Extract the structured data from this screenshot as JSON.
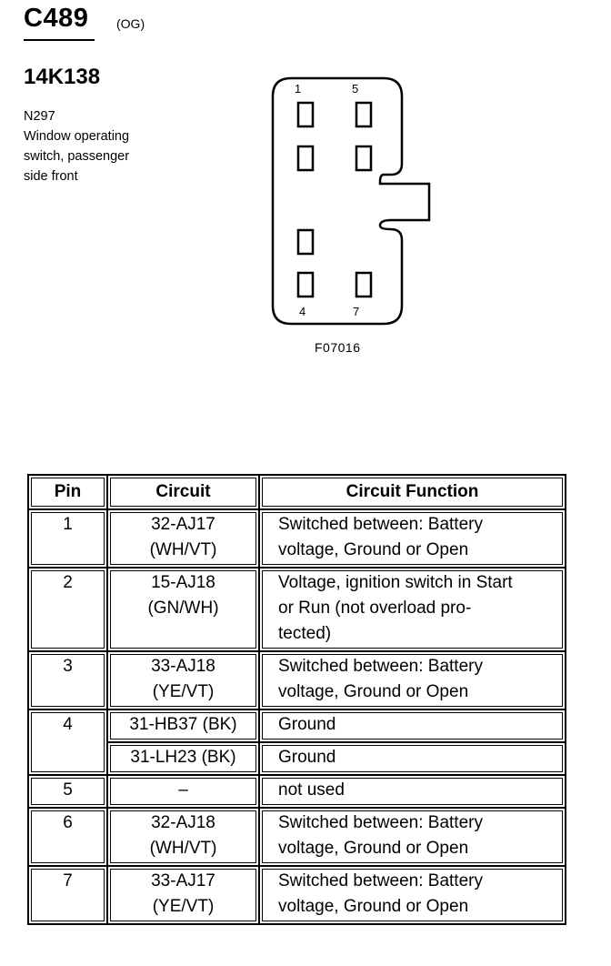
{
  "header": {
    "connector_id": "C489",
    "connector_suffix": "(OG)",
    "part_number": "14K138",
    "description": [
      "N297",
      "Window operating",
      "switch, passenger",
      "side front"
    ]
  },
  "figure": {
    "label": "F07016",
    "pin_labels": {
      "p1": "1",
      "p5": "5",
      "p4": "4",
      "p7": "7"
    }
  },
  "table": {
    "headers": {
      "pin": "Pin",
      "circuit": "Circuit",
      "function": "Circuit Function"
    },
    "rows": [
      {
        "pin": "1",
        "circuit": [
          "32-AJ17",
          "(WH/VT)"
        ],
        "function": [
          "Switched between: Battery",
          "voltage, Ground or Open"
        ]
      },
      {
        "pin": "2",
        "circuit": [
          "15-AJ18",
          "(GN/WH)"
        ],
        "function": [
          "Voltage, ignition switch in Start",
          "or Run (not overload pro-",
          "tected)"
        ]
      },
      {
        "pin": "3",
        "circuit": [
          "33-AJ18",
          "(YE/VT)"
        ],
        "function": [
          "Switched between: Battery",
          "voltage, Ground or Open"
        ]
      },
      {
        "pin": "4",
        "circuit": [
          "31-HB37 (BK)"
        ],
        "function": [
          "Ground"
        ]
      },
      {
        "pin": "",
        "circuit": [
          "31-LH23 (BK)"
        ],
        "function": [
          "Ground"
        ]
      },
      {
        "pin": "5",
        "circuit": [
          "–"
        ],
        "function": [
          "not used"
        ]
      },
      {
        "pin": "6",
        "circuit": [
          "32-AJ18",
          "(WH/VT)"
        ],
        "function": [
          "Switched between: Battery",
          "voltage, Ground or Open"
        ]
      },
      {
        "pin": "7",
        "circuit": [
          "33-AJ17",
          "(YE/VT)"
        ],
        "function": [
          "Switched between: Battery",
          "voltage, Ground or Open"
        ]
      }
    ]
  }
}
